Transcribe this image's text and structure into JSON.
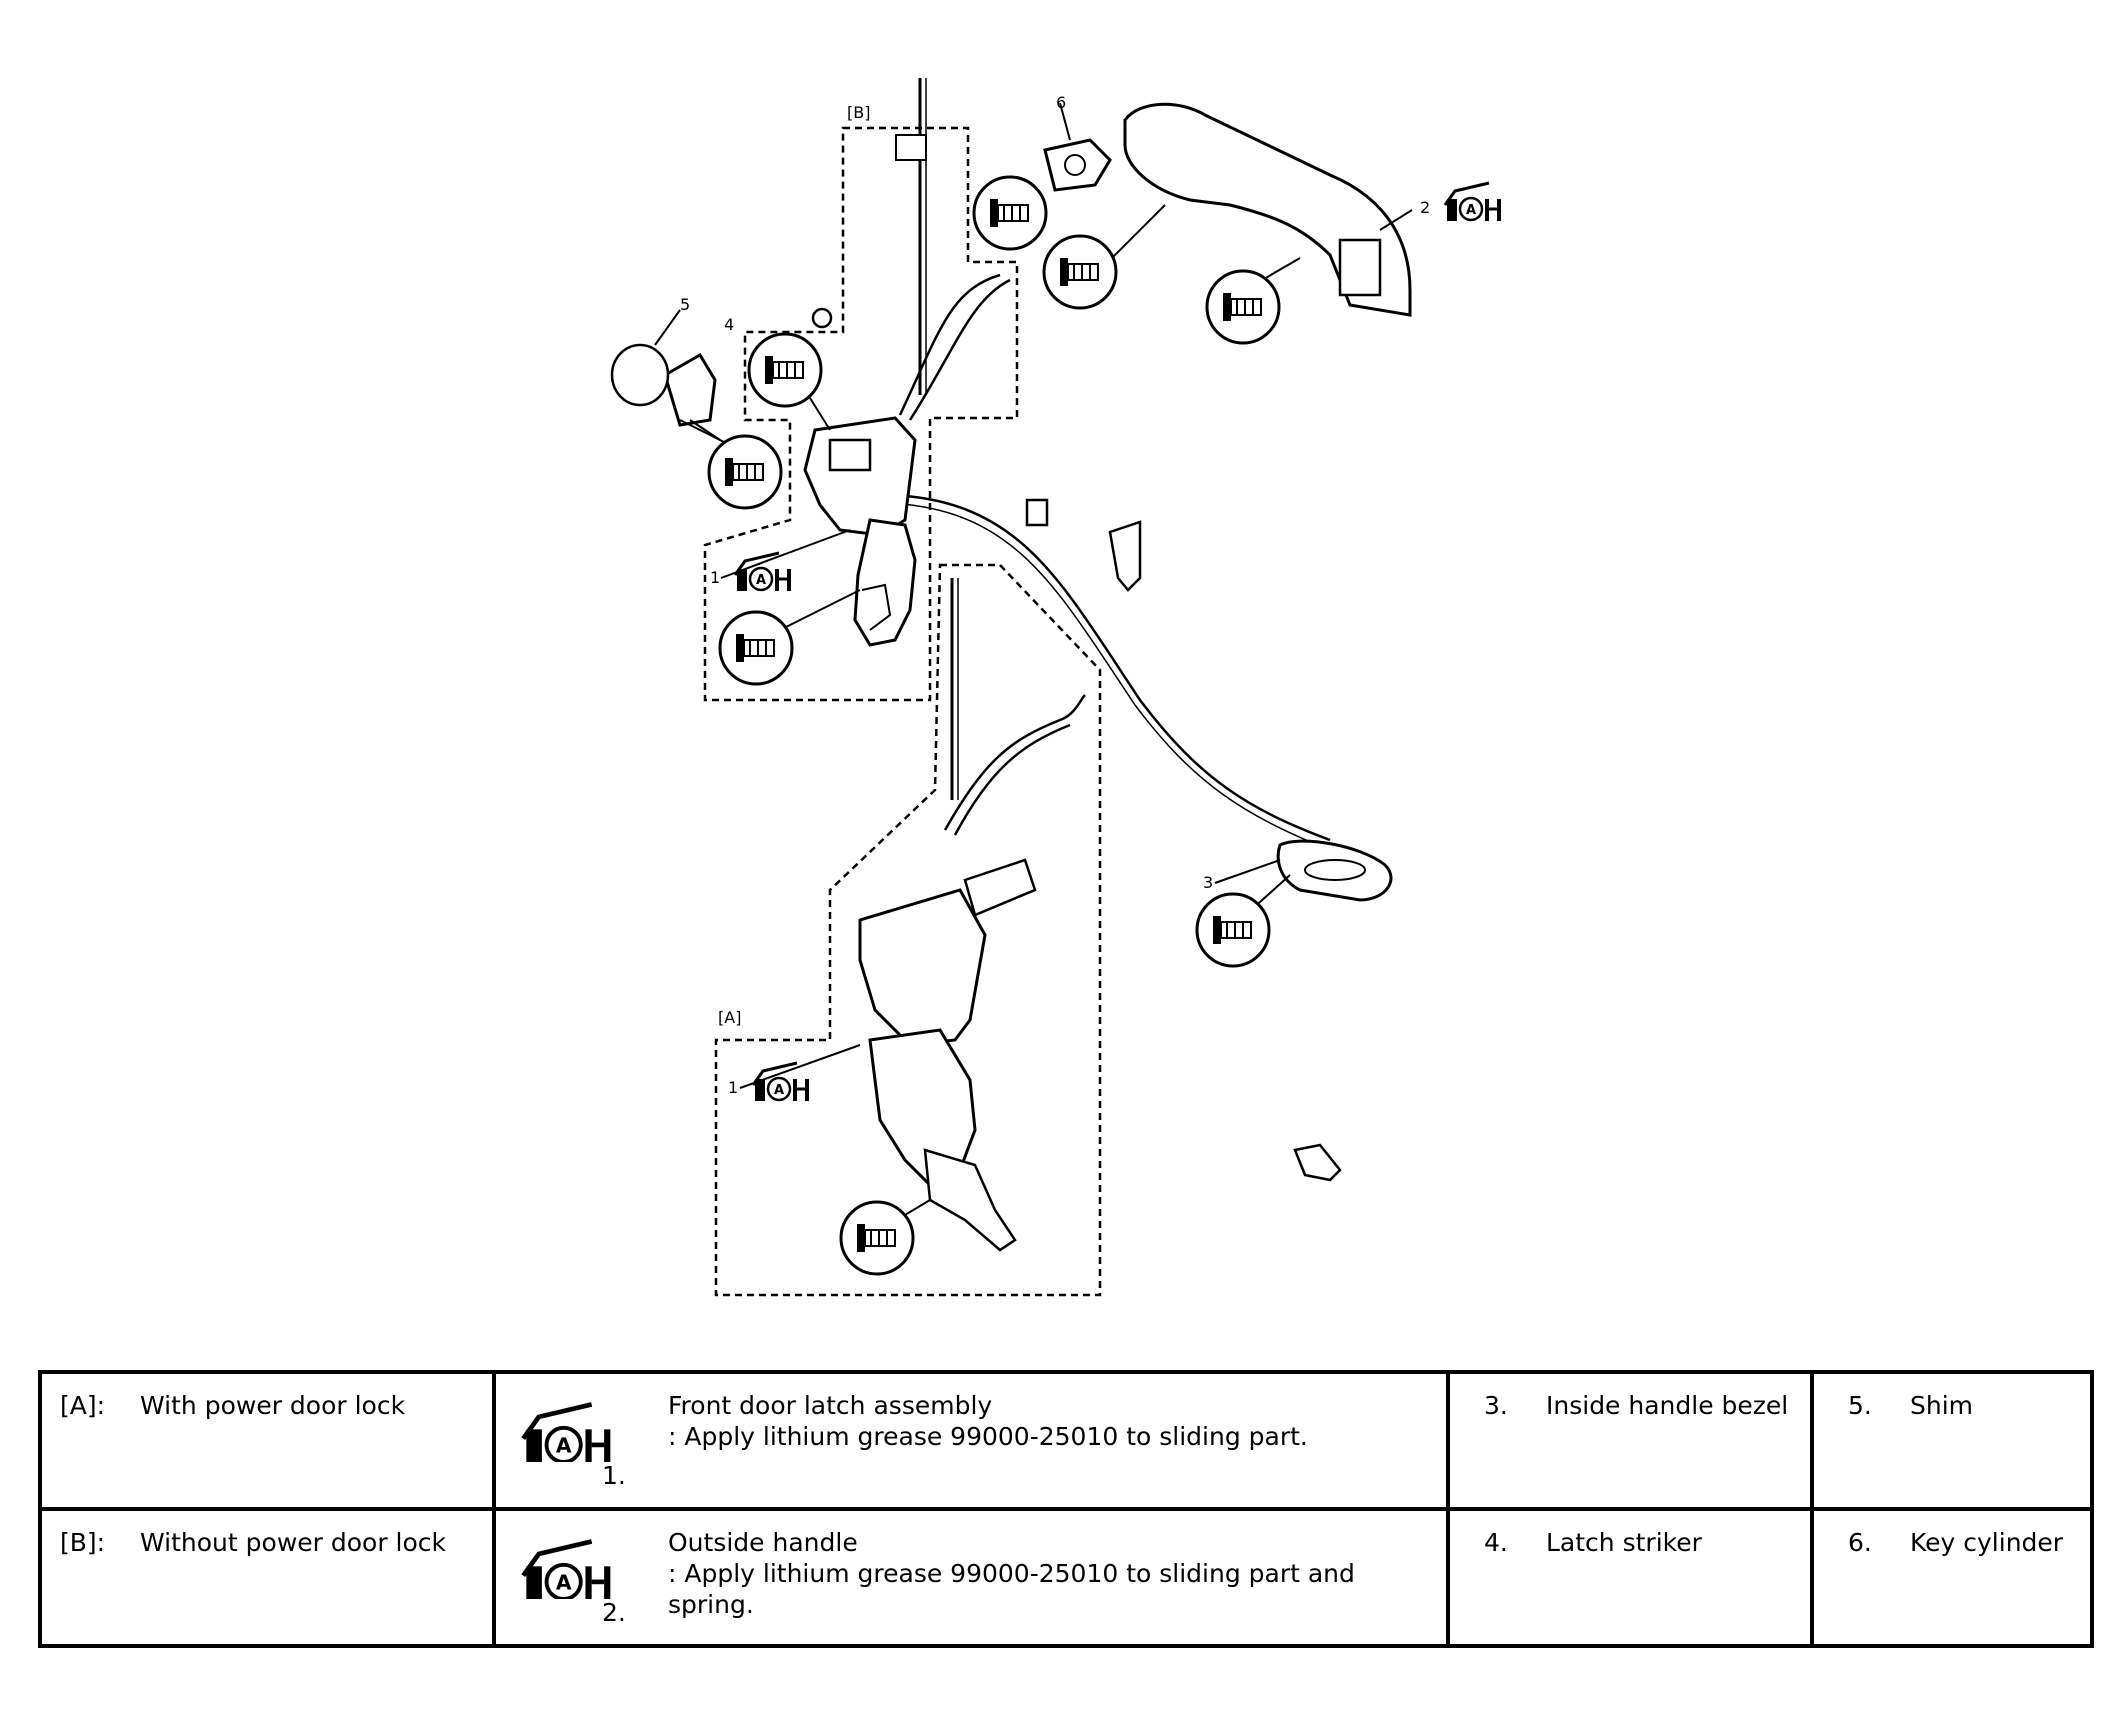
{
  "diagram": {
    "labels": {
      "inset_b": "[B]",
      "inset_a": "[A]",
      "p1_upper": "1",
      "p1_lower": "1",
      "p2": "2",
      "p3": "3",
      "p4": "4",
      "p5": "5",
      "p6": "6"
    },
    "icons": {
      "grease_symbol": "grease-applicator-A-icon",
      "bolt_symbol": "bolt-icon"
    }
  },
  "legend": {
    "rows": [
      {
        "key": "[A]:",
        "key_text": "With power door lock",
        "grease_num": "1.",
        "part_title": "Front door latch assembly",
        "part_note": ": Apply lithium grease 99000-25010 to sliding part.",
        "item_a_num": "3.",
        "item_a_text": "Inside handle bezel",
        "item_b_num": "5.",
        "item_b_text": "Shim"
      },
      {
        "key": "[B]:",
        "key_text": "Without power door lock",
        "grease_num": "2.",
        "part_title": "Outside handle",
        "part_note": ": Apply lithium grease 99000-25010 to sliding part and spring.",
        "item_a_num": "4.",
        "item_a_text": "Latch striker",
        "item_b_num": "6.",
        "item_b_text": "Key cylinder"
      }
    ]
  }
}
